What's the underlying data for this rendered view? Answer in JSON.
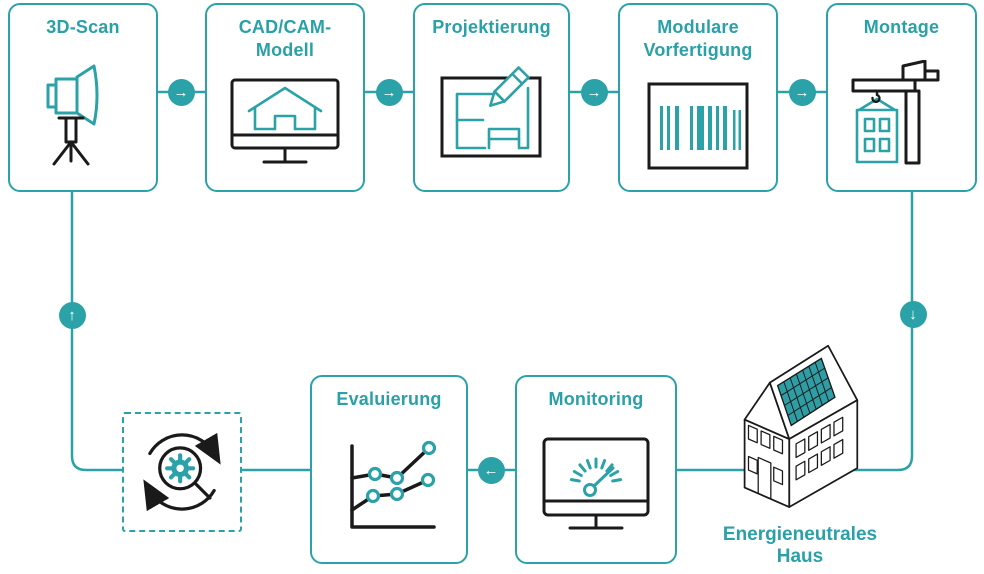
{
  "diagram": {
    "type": "process-cycle-flowchart",
    "colors": {
      "accent_teal": "#2BA2A8",
      "solar_panel_fill": "#2E9EA4",
      "outline_ink": "#1A1A1A",
      "background": "#FFFFFF",
      "arrow_glyph": "#FFFFFF"
    },
    "steps": [
      {
        "label": "3D-Scan",
        "icon": "3d-scanner-tripod-icon"
      },
      {
        "label": "CAD/CAM-Modell",
        "icon": "monitor-house-icon"
      },
      {
        "label": "Projektierung",
        "icon": "blueprint-pencil-icon"
      },
      {
        "label": "Modulare Vorfertigung",
        "icon": "barcode-icon"
      },
      {
        "label": "Montage",
        "icon": "construction-crane-icon"
      },
      {
        "label": "Energieneutrales Haus",
        "icon": "solar-house-icon"
      },
      {
        "label": "Monitoring",
        "icon": "gauge-monitor-icon"
      },
      {
        "label": "Evaluierung",
        "icon": "line-chart-icon"
      },
      {
        "label": "",
        "icon": "cycle-magnifier-gear-icon"
      }
    ],
    "connector_arrows": {
      "right": "→",
      "left": "←",
      "up": "↑",
      "down": "↓"
    }
  }
}
